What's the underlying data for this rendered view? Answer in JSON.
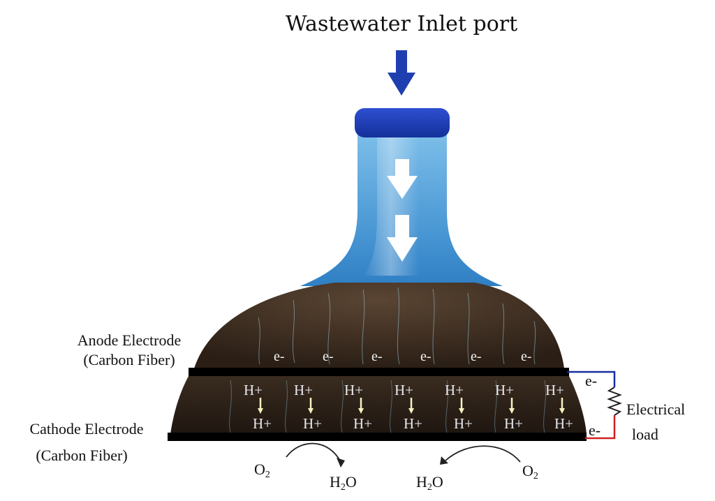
{
  "title": "Wastewater Inlet port",
  "anode": {
    "line1": "Anode Electrode",
    "line2": "(Carbon Fiber)",
    "electron": "e-"
  },
  "cathode": {
    "line1": "Cathode Electrode",
    "line2": "(Carbon Fiber)"
  },
  "proton": "H+",
  "circuit": {
    "electron_top": "e-",
    "electron_bottom": "e-",
    "load_line1": "Electrical",
    "load_line2": "load"
  },
  "reactions": {
    "oxygen_left": "O",
    "oxygen_right": "O",
    "subscript": "2",
    "water_h": "H",
    "water_o": "O"
  },
  "colors": {
    "inlet_blue": "#1f3fb0",
    "water": "#5aa6dc",
    "soil_dark": "#2b2118",
    "electrode": "#000000",
    "wire_blue": "#1a2fa0",
    "wire_red": "#d02020"
  }
}
